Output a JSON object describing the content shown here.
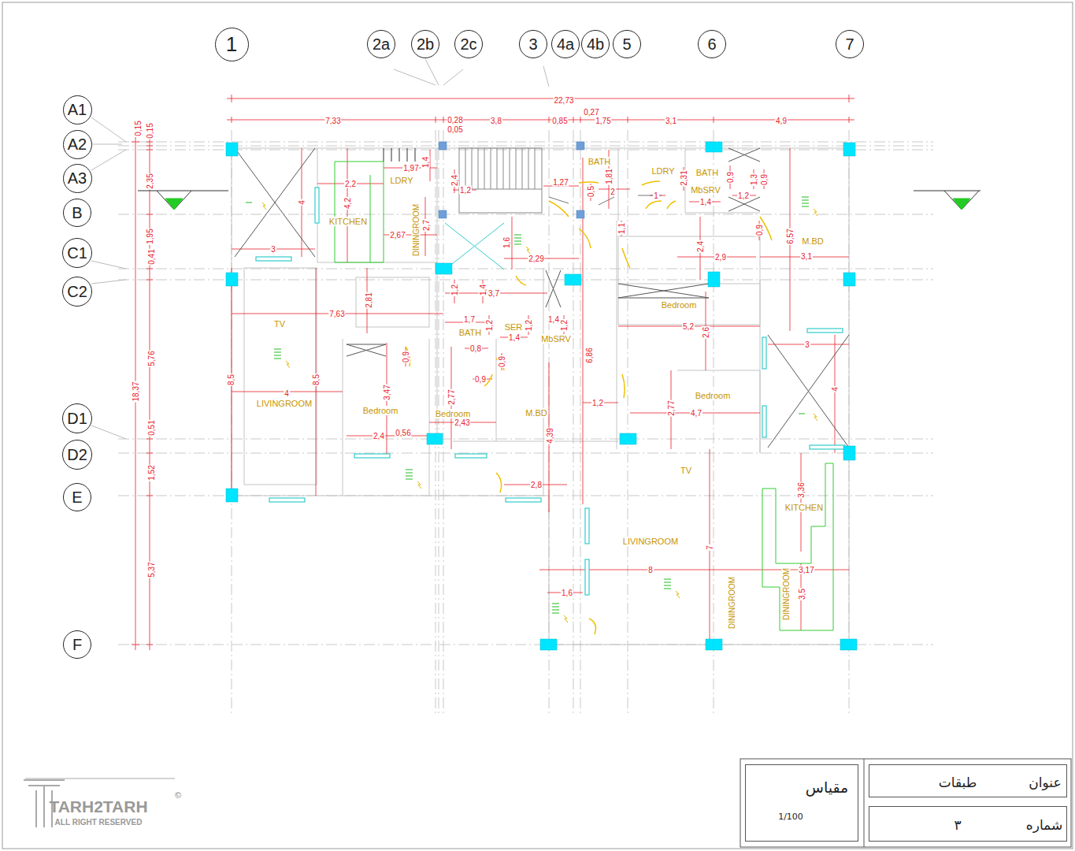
{
  "diagram": {
    "nodes": [
      {
        "text": [
          "1"
        ]
      },
      {
        "text": [
          "2a"
        ]
      },
      {
        "text": [
          "2b"
        ]
      },
      {
        "text": [
          "2c"
        ]
      },
      {
        "text": [
          "3"
        ]
      },
      {
        "text": [
          "4a"
        ]
      },
      {
        "text": [
          "4b"
        ]
      },
      {
        "text": [
          "5"
        ]
      },
      {
        "text": [
          "6"
        ]
      },
      {
        "text": [
          "7"
        ]
      },
      {
        "text": [
          "A1"
        ]
      },
      {
        "text": [
          "A2"
        ]
      },
      {
        "text": [
          "A3"
        ]
      },
      {
        "text": [
          "B"
        ]
      },
      {
        "text": [
          "C1"
        ]
      },
      {
        "text": [
          "C2"
        ]
      },
      {
        "text": [
          "D1"
        ]
      },
      {
        "text": [
          "D2"
        ]
      },
      {
        "text": [
          "E"
        ]
      },
      {
        "text": [
          "F"
        ]
      },
      {
        "text": [
          "مقیاس",
          "1/100"
        ]
      },
      {
        "text": [
          "عنوان",
          "طبقات"
        ]
      },
      {
        "text": [
          "شماره",
          "۳"
        ]
      }
    ],
    "labels": [
      "22,73",
      "7,33",
      "0,28",
      "0,05",
      "3,8",
      "0,85",
      "0,27",
      "1,75",
      "3,1",
      "4,9",
      "0,15",
      "0,15",
      "18,37",
      "2,35",
      "1,95",
      "0,41",
      "5,76",
      "0,51",
      "1,52",
      "5,37",
      "4",
      "3",
      "2,2",
      "4,2",
      "KITCHEN",
      "1,97",
      "1,4",
      "LDRY",
      "2,67",
      "2,7",
      "DININGROOM",
      "2,4",
      "1,2",
      "1,27",
      "BATH",
      "0,5",
      "2",
      "1,81",
      "LDRY",
      "2,31",
      "1",
      "BATH",
      "MbSRV",
      "0,9",
      "1,3",
      "0,9",
      "1,4",
      "1,2",
      "0,9",
      "6,57",
      "M.BD",
      "2,9",
      "3,1",
      "2,4",
      "1,1",
      "1,6",
      "2,29",
      "2,81",
      "7,63",
      "TV",
      "1,2",
      "1,4",
      "3,7",
      "1,7",
      "1,2",
      "BATH",
      "SER",
      "1,2",
      "1,4",
      "1,2",
      "MbSRV",
      "1,4",
      "0,8",
      "0,9",
      "0,9",
      "0,9",
      "Bedroom",
      "5,2",
      "2,6",
      "6,86",
      "8,5",
      "8,5",
      "4",
      "LIVINGROOM",
      "3,47",
      "Bedroom",
      "2,77",
      "Bedroom",
      "M.BD",
      "4,39",
      "1,2",
      "Bedroom",
      "2,77",
      "4,7",
      "3",
      "4",
      "2,4",
      "0,56",
      "2,43",
      "2,8",
      "TV",
      "3,36",
      "KITCHEN",
      "LIVINGROOM",
      "7",
      "8",
      "3,17",
      "DININGROOM",
      "DININGROOM",
      "3,5",
      "1,6",
      "TARH2TARH",
      "ALL RIGHT RESERVED",
      "©"
    ]
  }
}
